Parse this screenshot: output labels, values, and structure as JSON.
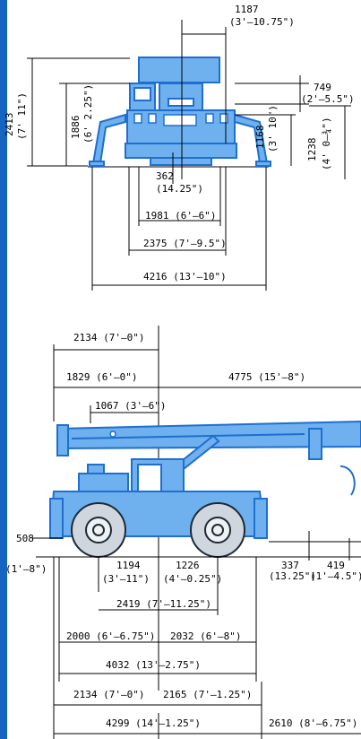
{
  "colors": {
    "accent": "#1e6fd0",
    "fill": "#6fb0ee",
    "stripe": "#1565c0"
  },
  "front": {
    "d1187": [
      "1187",
      "(3'–10.75\")"
    ],
    "d749": [
      "749",
      "(2'–5.5\")"
    ],
    "d2413": [
      "2413",
      "(7' 11\")"
    ],
    "d1886": [
      "1886",
      "(6' 2.25\")"
    ],
    "d1168": [
      "1168",
      "(3' 10\")"
    ],
    "d1238": [
      "1238",
      "(4' 0–¾\")"
    ],
    "d362": [
      "362",
      "(14.25\")"
    ],
    "d1981": "1981 (6'–6\")",
    "d2375": "2375 (7'–9.5\")",
    "d4216": "4216 (13'–10\")"
  },
  "side": {
    "d2134top": "2134 (7'–0\")",
    "d1829": "1829 (6'–0\")",
    "d4775": "4775 (15'–8\")",
    "d1067": "1067 (3'–6\")",
    "d508": [
      "508",
      "(1'–8\")"
    ],
    "d1194": [
      "1194",
      "(3'–11\")"
    ],
    "d1226": [
      "1226",
      "(4'–0.25\")"
    ],
    "d337": [
      "337",
      "(13.25\")"
    ],
    "d419": [
      "419",
      "(1'–4.5\")"
    ],
    "d2419": "2419 (7'–11.25\")",
    "d2000": "2000 (6'–6.75\")",
    "d2032": "2032 (6'–8\")",
    "d4032": "4032 (13'–2.75\")",
    "d2134bot": "2134 (7'–0\")",
    "d2165": "2165 (7'–1.25\")",
    "d4299": "4299 (14'–1.25\")",
    "d2610": "2610 (8'–6.75\")"
  }
}
